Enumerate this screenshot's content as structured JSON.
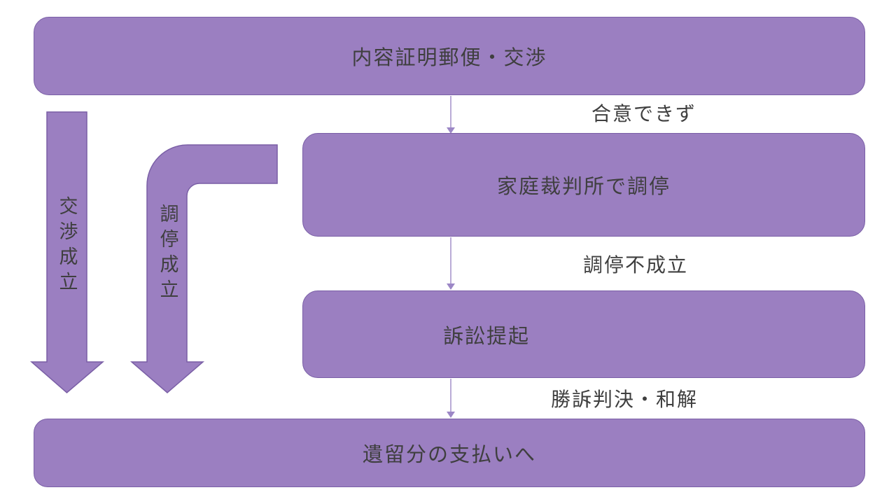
{
  "colors": {
    "shape-fill": "#9b7fc1",
    "shape-border": "#7a5fa6",
    "connector": "#9c87c6",
    "text": "#3f3f3f",
    "canvas-bg": "#ffffff"
  },
  "flowchart": {
    "nodes": [
      {
        "label": "内容証明郵便・交渉"
      },
      {
        "label": "家庭裁判所で調停"
      },
      {
        "label": "訴訟提起"
      },
      {
        "label": "遺留分の支払いへ"
      }
    ],
    "connector_labels": [
      {
        "label": "合意できず"
      },
      {
        "label": "調停不成立"
      },
      {
        "label": "勝訴判決・和解"
      }
    ],
    "shortcut_arrows": [
      {
        "label": "交渉成立"
      },
      {
        "label": "調停成立"
      }
    ]
  }
}
